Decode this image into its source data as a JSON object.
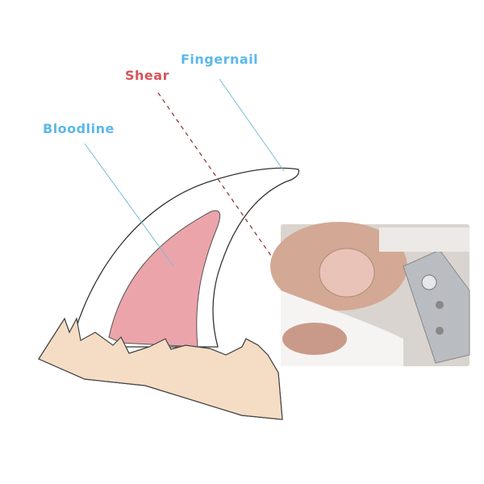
{
  "labels": {
    "fingernail": "Fingernail",
    "shear": "Shear",
    "bloodline": "Bloodline"
  },
  "colors": {
    "label_blue": "#5bb8e8",
    "label_red": "#d9535a",
    "quick_pink": "#eba4aa",
    "skin": "#f5dcc4",
    "outline": "#333333",
    "shear_line": "#8b2c2c",
    "leader_line": "#7bbcd6"
  },
  "photo": {
    "description_icon": "photo-nail-clipper-icon"
  }
}
